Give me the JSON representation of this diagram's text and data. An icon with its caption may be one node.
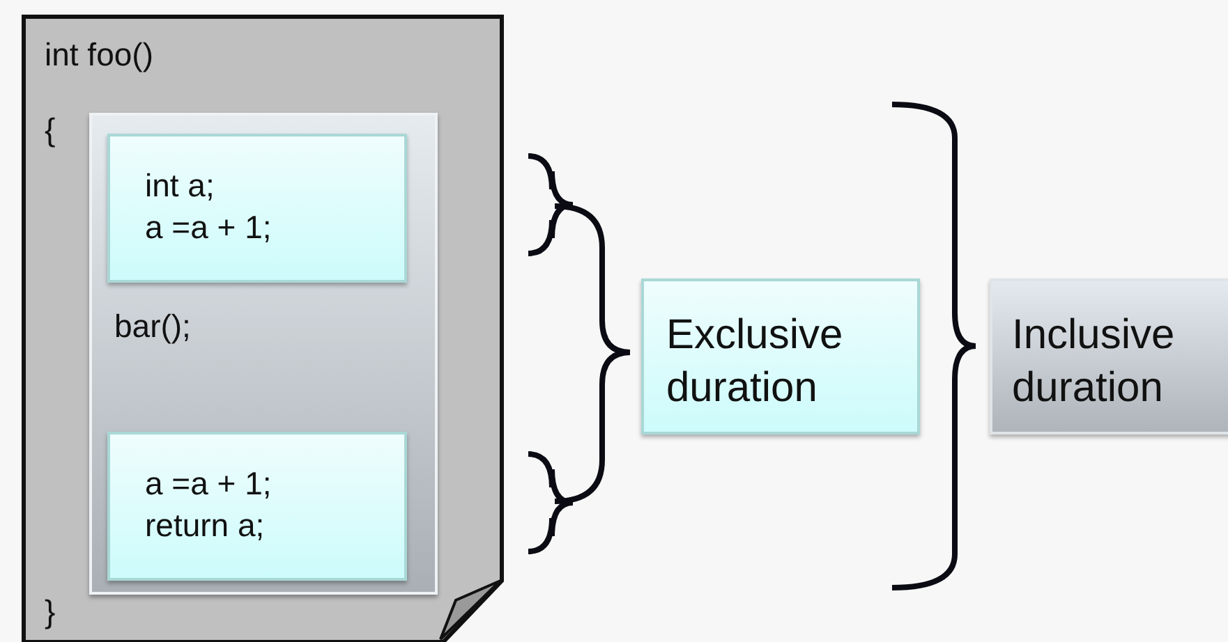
{
  "diagram": {
    "nodes": [
      {
        "text": [
          "int foo()",
          "{",
          "}"
        ]
      },
      {
        "text": [
          "bar();"
        ],
        "in": 0
      },
      {
        "text": [
          "int a; a =a + 1;"
        ],
        "in": 1
      },
      {
        "text": [
          "a =a + 1; return a;"
        ],
        "in": 1
      },
      {
        "text": [
          "Exclusive duration"
        ]
      },
      {
        "text": [
          "Inclusive duration"
        ]
      }
    ]
  }
}
